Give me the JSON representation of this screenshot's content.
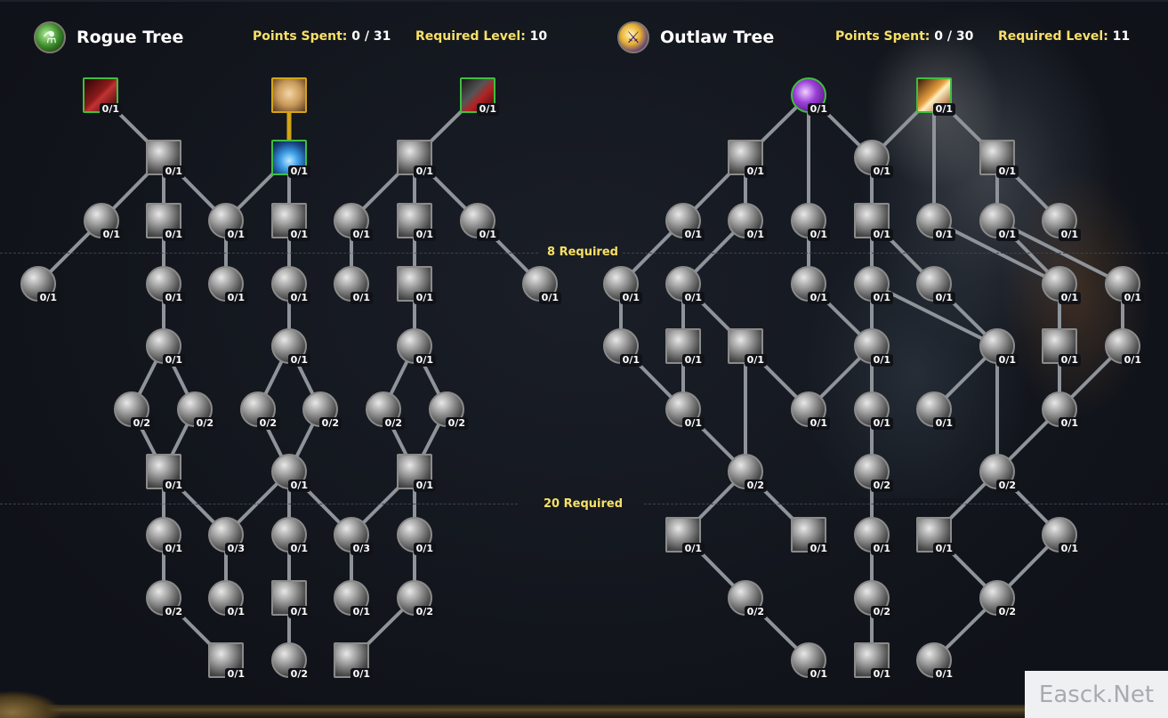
{
  "rogue_tree": {
    "title": "Rogue Tree",
    "points_label": "Points Spent:",
    "points_value": "0 / 31",
    "level_label": "Required Level:",
    "level_value": "10",
    "icon": "rogue-class-icon"
  },
  "outlaw_tree": {
    "title": "Outlaw Tree",
    "points_label": "Points Spent:",
    "points_value": "0 / 30",
    "level_label": "Required Level:",
    "level_value": "11",
    "icon": "outlaw-spec-icon"
  },
  "gates": {
    "first": "8 Required",
    "second": "20 Required"
  },
  "colors": {
    "accent": "#f8e067",
    "text": "#ffffff",
    "node_border": "#8b8b8b",
    "active_green": "#3fbf3f",
    "choice_gold": "#d3a418",
    "background": "#12151c"
  },
  "talents": [
    {
      "id": "r1",
      "rank": "0/1"
    },
    {
      "id": "r2",
      "rank": ""
    },
    {
      "id": "r3",
      "rank": "0/1"
    },
    {
      "id": "r4",
      "rank": "0/1"
    },
    {
      "id": "r5",
      "rank": "0/1"
    },
    {
      "id": "r6",
      "rank": "0/1"
    },
    {
      "id": "r7",
      "rank": "0/1"
    },
    {
      "id": "r8",
      "rank": "0/1"
    },
    {
      "id": "r9",
      "rank": "0/1"
    },
    {
      "id": "r10",
      "rank": "0/1"
    },
    {
      "id": "r11",
      "rank": "0/1"
    },
    {
      "id": "r12",
      "rank": "0/1"
    },
    {
      "id": "r13",
      "rank": "0/1"
    },
    {
      "id": "r14",
      "rank": "0/1"
    },
    {
      "id": "r15",
      "rank": "0/1"
    },
    {
      "id": "r16",
      "rank": "0/1"
    },
    {
      "id": "r17",
      "rank": "0/1"
    },
    {
      "id": "r18",
      "rank": "0/1"
    },
    {
      "id": "r19",
      "rank": "0/1"
    },
    {
      "id": "r20",
      "rank": "0/1"
    },
    {
      "id": "r21",
      "rank": "0/1"
    },
    {
      "id": "r22",
      "rank": "0/1"
    },
    {
      "id": "r23",
      "rank": "0/1"
    },
    {
      "id": "r24",
      "rank": "0/2"
    },
    {
      "id": "r25",
      "rank": "0/2"
    },
    {
      "id": "r26",
      "rank": "0/2"
    },
    {
      "id": "r27",
      "rank": "0/2"
    },
    {
      "id": "r28",
      "rank": "0/2"
    },
    {
      "id": "r29",
      "rank": "0/2"
    },
    {
      "id": "r30",
      "rank": "0/1"
    },
    {
      "id": "r31",
      "rank": "0/1"
    },
    {
      "id": "r32",
      "rank": "0/1"
    },
    {
      "id": "r33",
      "rank": "0/1"
    },
    {
      "id": "r34",
      "rank": "0/3"
    },
    {
      "id": "r35",
      "rank": "0/1"
    },
    {
      "id": "r36",
      "rank": "0/3"
    },
    {
      "id": "r37",
      "rank": "0/1"
    },
    {
      "id": "r38",
      "rank": "0/2"
    },
    {
      "id": "r39",
      "rank": "0/1"
    },
    {
      "id": "r40",
      "rank": "0/1"
    },
    {
      "id": "r41",
      "rank": "0/1"
    },
    {
      "id": "r42",
      "rank": "0/2"
    },
    {
      "id": "r43",
      "rank": "0/1"
    },
    {
      "id": "r44",
      "rank": "0/2"
    },
    {
      "id": "r45",
      "rank": "0/1"
    },
    {
      "id": "o1",
      "rank": "0/1"
    },
    {
      "id": "o2",
      "rank": "0/1"
    },
    {
      "id": "o3",
      "rank": "0/1"
    },
    {
      "id": "o4",
      "rank": "0/1"
    },
    {
      "id": "o5",
      "rank": "0/1"
    },
    {
      "id": "o6",
      "rank": "0/1"
    },
    {
      "id": "o7",
      "rank": "0/1"
    },
    {
      "id": "o8",
      "rank": "0/1"
    },
    {
      "id": "o9",
      "rank": "0/1"
    },
    {
      "id": "o10",
      "rank": "0/1"
    },
    {
      "id": "o11",
      "rank": "0/1"
    },
    {
      "id": "o12",
      "rank": "0/1"
    },
    {
      "id": "o13",
      "rank": "0/1"
    },
    {
      "id": "o14",
      "rank": "0/1"
    },
    {
      "id": "o15",
      "rank": "0/1"
    },
    {
      "id": "o16",
      "rank": "0/1"
    },
    {
      "id": "o17",
      "rank": "0/1"
    },
    {
      "id": "o18",
      "rank": "0/1"
    },
    {
      "id": "o19",
      "rank": "0/1"
    },
    {
      "id": "o20",
      "rank": "0/1"
    },
    {
      "id": "o21",
      "rank": "0/1"
    },
    {
      "id": "o22",
      "rank": "0/1"
    },
    {
      "id": "o23",
      "rank": "0/1"
    },
    {
      "id": "o24",
      "rank": "0/1"
    },
    {
      "id": "o25",
      "rank": "0/1"
    },
    {
      "id": "o26",
      "rank": "0/1"
    },
    {
      "id": "o27",
      "rank": "0/1"
    },
    {
      "id": "o28",
      "rank": "0/1"
    },
    {
      "id": "o29",
      "rank": "0/1"
    },
    {
      "id": "o30",
      "rank": "0/1"
    },
    {
      "id": "o31",
      "rank": "0/1"
    },
    {
      "id": "o32",
      "rank": "0/2"
    },
    {
      "id": "o33",
      "rank": "0/2"
    },
    {
      "id": "o34",
      "rank": "0/2"
    },
    {
      "id": "o35",
      "rank": "0/1"
    },
    {
      "id": "o36",
      "rank": "0/1"
    },
    {
      "id": "o37",
      "rank": "0/1"
    },
    {
      "id": "o38",
      "rank": "0/1"
    },
    {
      "id": "o39",
      "rank": "0/1"
    },
    {
      "id": "o40",
      "rank": "0/2"
    },
    {
      "id": "o41",
      "rank": "0/2"
    },
    {
      "id": "o42",
      "rank": "0/2"
    },
    {
      "id": "o43",
      "rank": "0/1"
    },
    {
      "id": "o44",
      "rank": "0/1"
    },
    {
      "id": "o45",
      "rank": "0/1"
    }
  ],
  "watermark": "Easck.Net"
}
